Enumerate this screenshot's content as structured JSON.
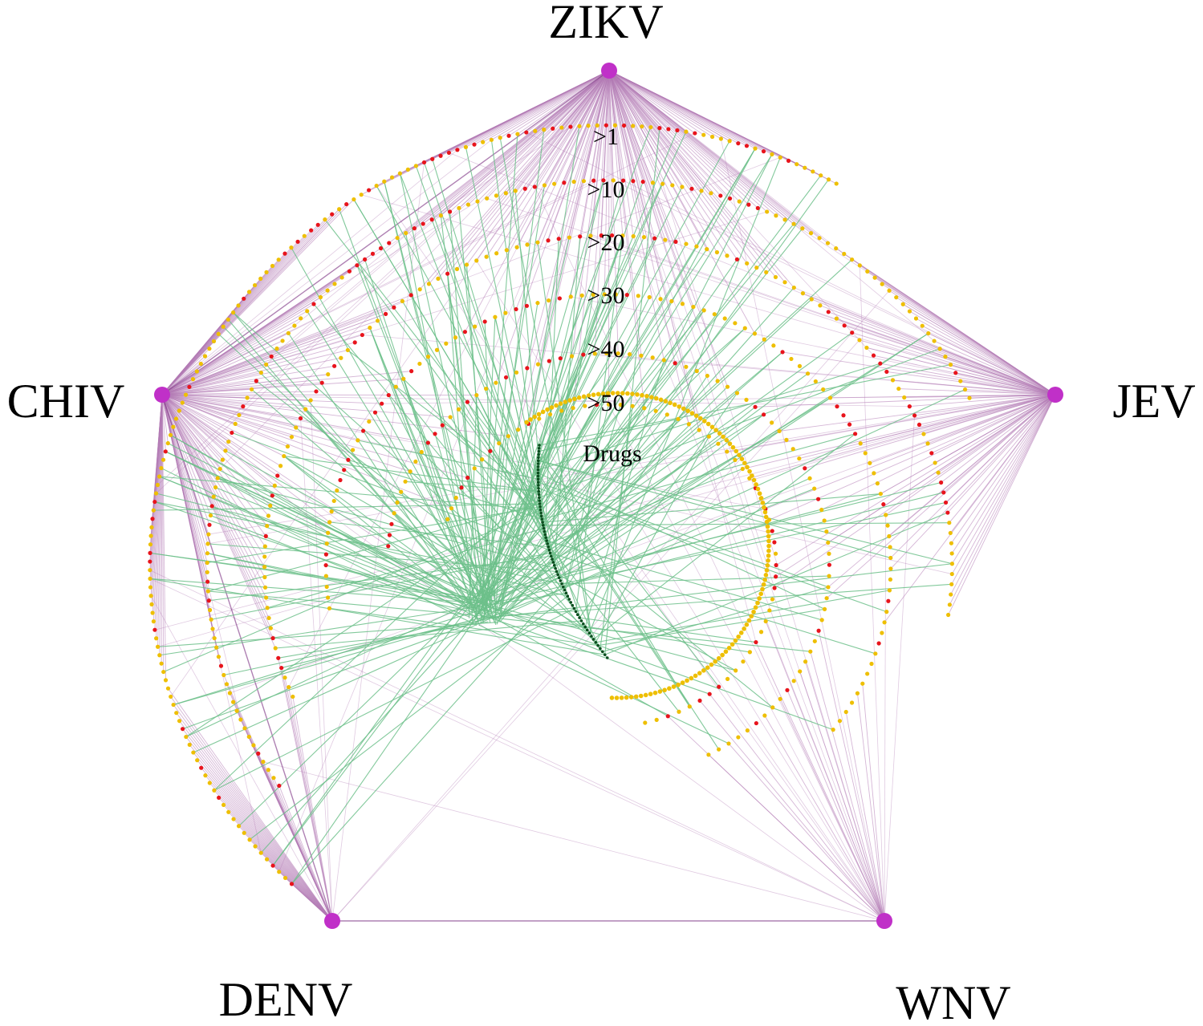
{
  "viruses": [
    {
      "id": "zikv",
      "label": "ZIKV"
    },
    {
      "id": "chiv",
      "label": "CHIV"
    },
    {
      "id": "jev",
      "label": "JEV"
    },
    {
      "id": "denv",
      "label": "DENV"
    },
    {
      "id": "wnv",
      "label": "WNV"
    }
  ],
  "rings": [
    {
      "id": "r1",
      "label": ">1"
    },
    {
      "id": "r10",
      "label": ">10"
    },
    {
      "id": "r20",
      "label": ">20"
    },
    {
      "id": "r30",
      "label": ">30"
    },
    {
      "id": "r40",
      "label": ">40"
    },
    {
      "id": "r50",
      "label": ">50"
    }
  ],
  "drugs_label": "Drugs",
  "colors": {
    "virus_node": "#c030c8",
    "gene_node_red": "#e8141c",
    "gene_node_yellow": "#eebf00",
    "drug_node": "#0b4d1e",
    "drug_edge": "#6cc08a",
    "virus_edge": "#b27ab4",
    "virus_edge_dark": "#7a2d80"
  }
}
